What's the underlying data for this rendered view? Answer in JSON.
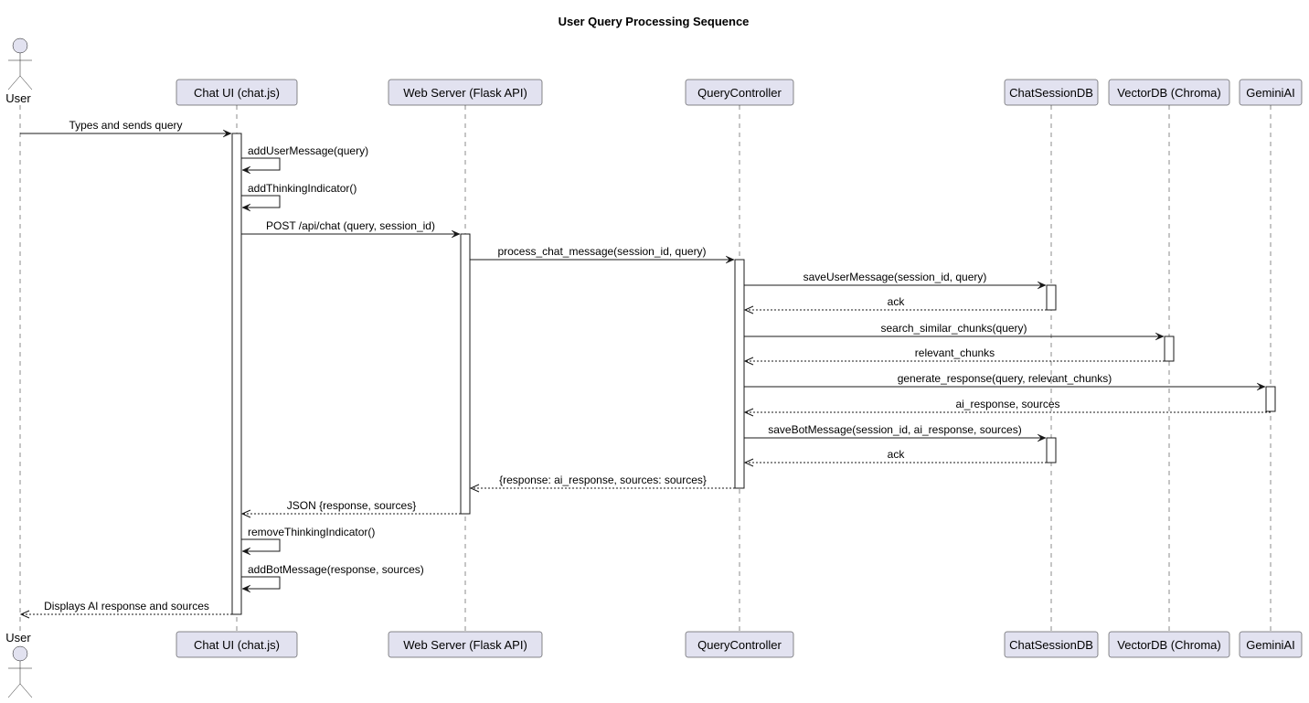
{
  "title": "User Query Processing Sequence",
  "participants": [
    {
      "id": "user",
      "label": "User",
      "kind": "actor"
    },
    {
      "id": "chatui",
      "label": "Chat UI (chat.js)",
      "kind": "box"
    },
    {
      "id": "web",
      "label": "Web Server (Flask API)",
      "kind": "box"
    },
    {
      "id": "qc",
      "label": "QueryController",
      "kind": "box"
    },
    {
      "id": "csdb",
      "label": "ChatSessionDB",
      "kind": "box"
    },
    {
      "id": "vdb",
      "label": "VectorDB (Chroma)",
      "kind": "box"
    },
    {
      "id": "gem",
      "label": "GeminiAI",
      "kind": "box"
    }
  ],
  "messages": [
    {
      "from": "user",
      "to": "chatui",
      "label": "Types and sends query",
      "type": "sync"
    },
    {
      "from": "chatui",
      "to": "chatui",
      "label": "addUserMessage(query)",
      "type": "self"
    },
    {
      "from": "chatui",
      "to": "chatui",
      "label": "addThinkingIndicator()",
      "type": "self"
    },
    {
      "from": "chatui",
      "to": "web",
      "label": "POST /api/chat (query, session_id)",
      "type": "sync"
    },
    {
      "from": "web",
      "to": "qc",
      "label": "process_chat_message(session_id, query)",
      "type": "sync"
    },
    {
      "from": "qc",
      "to": "csdb",
      "label": "saveUserMessage(session_id, query)",
      "type": "sync"
    },
    {
      "from": "csdb",
      "to": "qc",
      "label": "ack",
      "type": "return"
    },
    {
      "from": "qc",
      "to": "vdb",
      "label": "search_similar_chunks(query)",
      "type": "sync"
    },
    {
      "from": "vdb",
      "to": "qc",
      "label": "relevant_chunks",
      "type": "return"
    },
    {
      "from": "qc",
      "to": "gem",
      "label": "generate_response(query, relevant_chunks)",
      "type": "sync"
    },
    {
      "from": "gem",
      "to": "qc",
      "label": "ai_response, sources",
      "type": "return"
    },
    {
      "from": "qc",
      "to": "csdb",
      "label": "saveBotMessage(session_id, ai_response, sources)",
      "type": "sync"
    },
    {
      "from": "csdb",
      "to": "qc",
      "label": "ack",
      "type": "return"
    },
    {
      "from": "qc",
      "to": "web",
      "label": "{response: ai_response, sources: sources}",
      "type": "return"
    },
    {
      "from": "web",
      "to": "chatui",
      "label": "JSON {response, sources}",
      "type": "return"
    },
    {
      "from": "chatui",
      "to": "chatui",
      "label": "removeThinkingIndicator()",
      "type": "self"
    },
    {
      "from": "chatui",
      "to": "chatui",
      "label": "addBotMessage(response, sources)",
      "type": "self"
    },
    {
      "from": "chatui",
      "to": "user",
      "label": "Displays AI response and sources",
      "type": "return"
    }
  ],
  "colors": {
    "participant_fill": "#e2e2f0",
    "line": "#181818",
    "background": "#ffffff"
  }
}
